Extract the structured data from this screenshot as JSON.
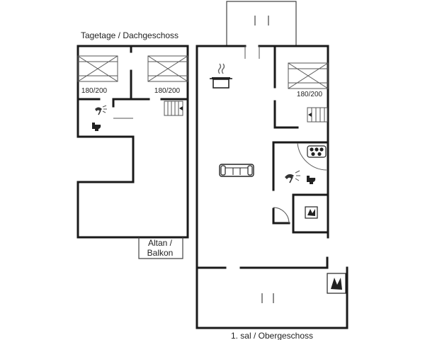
{
  "plans": {
    "top_floor_title": "Tagetage / Dachgeschoss",
    "first_floor_title": "1. sal / Obergeschoss",
    "bed_a": "180/200",
    "bed_b": "180/200",
    "bed_c": "180/200",
    "balcony_line1": "Altan /",
    "balcony_line2": "Balkon"
  },
  "icons": [
    "double-bed-icon",
    "shower-icon",
    "toilet-icon",
    "stairs-icon",
    "cooking-pot-icon",
    "sofa-icon",
    "hob-icon",
    "washing-machine-icon"
  ]
}
